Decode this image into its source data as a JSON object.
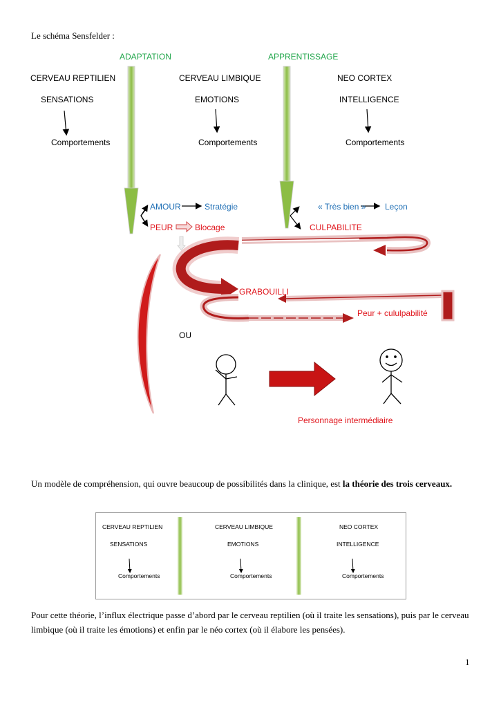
{
  "heading": "Le schéma Sensfelder :",
  "diagram": {
    "adaptation": "ADAPTATION",
    "apprentissage": "APPRENTISSAGE",
    "columns": [
      {
        "brain": "CERVEAU REPTILIEN",
        "input": "SENSATIONS",
        "output": "Comportements"
      },
      {
        "brain": "CERVEAU LIMBIQUE",
        "input": "EMOTIONS",
        "output": "Comportements"
      },
      {
        "brain": "NEO CORTEX",
        "input": "INTELLIGENCE",
        "output": "Comportements"
      }
    ],
    "amour": "AMOUR",
    "strategie": "Stratégie",
    "peur": "PEUR",
    "blocage": "Blocage",
    "tres_bien": "« Très bien »",
    "lecon": "Leçon",
    "culpabilite": "CULPABILITE",
    "grabouilli": "GRABOUILLI",
    "peur_culpabilite": "Peur + cululpabilité",
    "ou": "OU",
    "personnage": "Personnage intermédiaire",
    "colors": {
      "green": "#21a64b",
      "blue": "#1f6fb5",
      "red": "#e0141b",
      "dark_red": "#b01c1c",
      "arrow_green": "#9bc45a"
    }
  },
  "paragraph1": {
    "text": "Un modèle de compréhension, qui ouvre beaucoup de possibilités dans la clinique, est ",
    "bold": "la théorie des trois cerveaux."
  },
  "inset": {
    "columns": [
      {
        "brain": "CERVEAU REPTILIEN",
        "input": "SENSATIONS",
        "output": "Comportements"
      },
      {
        "brain": "CERVEAU LIMBIQUE",
        "input": "EMOTIONS",
        "output": "Comportements"
      },
      {
        "brain": "NEO CORTEX",
        "input": "INTELLIGENCE",
        "output": "Comportements"
      }
    ]
  },
  "paragraph2": "Pour cette théorie, l’influx électrique passe d’abord par le cerveau reptilien (où il traite les sensations), puis par le cerveau limbique (où il traite les émotions) et enfin par le néo cortex (où il élabore les pensées).",
  "page_number": "1"
}
